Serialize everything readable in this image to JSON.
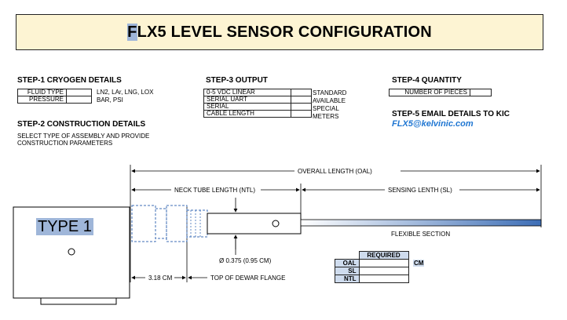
{
  "title": {
    "highlight": "F",
    "rest": "LX5 LEVEL SENSOR CONFIGURATION"
  },
  "step1": {
    "heading": "STEP-1 CRYOGEN DETAILS",
    "rows": [
      {
        "label": "FLUID TYPE",
        "value": "",
        "options": "LN2, LAr, LNG, LOX"
      },
      {
        "label": "PRESSURE",
        "value": "",
        "options": "BAR, PSI"
      }
    ]
  },
  "step2": {
    "heading": "STEP-2 CONSTRUCTION DETAILS",
    "line1": "SELECT TYPE OF ASSEMBLY AND PROVIDE",
    "line2": "CONSTRUCTION PARAMETERS"
  },
  "step3": {
    "heading": "STEP-3 OUTPUT",
    "rows": [
      {
        "label": "0-5 VDC LINEAR",
        "value": "",
        "note": "STANDARD"
      },
      {
        "label": "SERIAL UART",
        "value": "",
        "note": "AVAILABLE"
      },
      {
        "label": "SERIAL",
        "value": "",
        "note": "SPECIAL"
      },
      {
        "label": "CABLE LENGTH",
        "value": "",
        "note": "METERS"
      }
    ]
  },
  "step4": {
    "heading": "STEP-4 QUANTITY",
    "label": "NUMBER OF PIECES",
    "value": ""
  },
  "step5": {
    "heading": "STEP-5 EMAIL DETAILS TO KIC",
    "email": "FLX5@kelvinic.com"
  },
  "diagram": {
    "type_label": "TYPE 1",
    "overall_length": "OVERALL LENGTH (OAL)",
    "neck_tube_length": "NECK TUBE LENGTH (NTL)",
    "sensing_length": "SENSING LENTH (SL)",
    "flexible_section": "FLEXIBLE SECTION",
    "diameter": "Ø 0.375 (0.95 CM)",
    "flange_offset": "3.18 CM",
    "top_of_flange": "TOP OF DEWAR FLANGE"
  },
  "required": {
    "header": "REQUIRED",
    "unit": "CM",
    "rows": [
      {
        "label": "OAL",
        "value": ""
      },
      {
        "label": "SL",
        "value": ""
      },
      {
        "label": "NTL",
        "value": ""
      }
    ]
  }
}
